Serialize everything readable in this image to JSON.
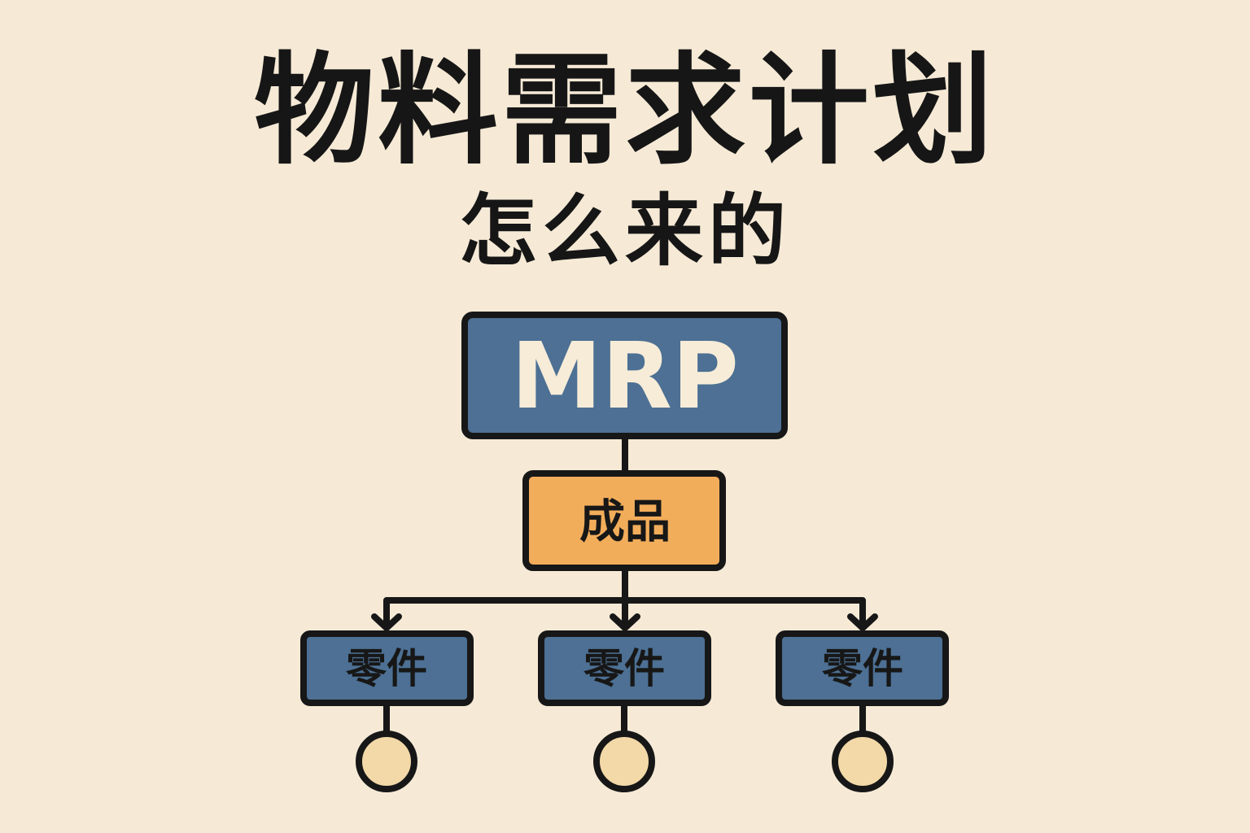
{
  "title": "物料需求计划",
  "subtitle": "怎么来的",
  "diagram": {
    "root": "MRP",
    "product": "成品",
    "parts": [
      "零件",
      "零件",
      "零件"
    ]
  },
  "colors": {
    "background": "#f6ead6",
    "blue_box": "#4d7094",
    "orange_box": "#f2ad5a",
    "circle": "#f3d9a8",
    "outline": "#171717"
  }
}
